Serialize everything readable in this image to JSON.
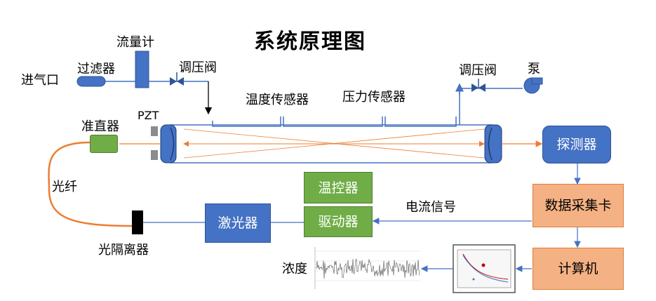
{
  "title": "系统原理图",
  "labels": {
    "inlet": "进气口",
    "filter": "过滤器",
    "flowmeter": "流量计",
    "valve_left": "调压阀",
    "valve_right": "调压阀",
    "pump": "泵",
    "temp_sensor": "温度传感器",
    "pressure_sensor": "压力传感器",
    "pzt": "PZT",
    "collimator": "准直器",
    "fiber": "光纤",
    "isolator": "光隔离器",
    "current_signal": "电流信号",
    "concentration": "浓度"
  },
  "blocks": {
    "detector": "探测器",
    "daq": "数据采集卡",
    "computer": "计算机",
    "laser": "激光器",
    "temp_ctrl": "温控器",
    "driver": "驱动器"
  },
  "colors": {
    "blue": "#4472c4",
    "green": "#70ad47",
    "orange_box": "#f4b183",
    "beam": "#ed7d31",
    "wire": "#4472c4"
  }
}
